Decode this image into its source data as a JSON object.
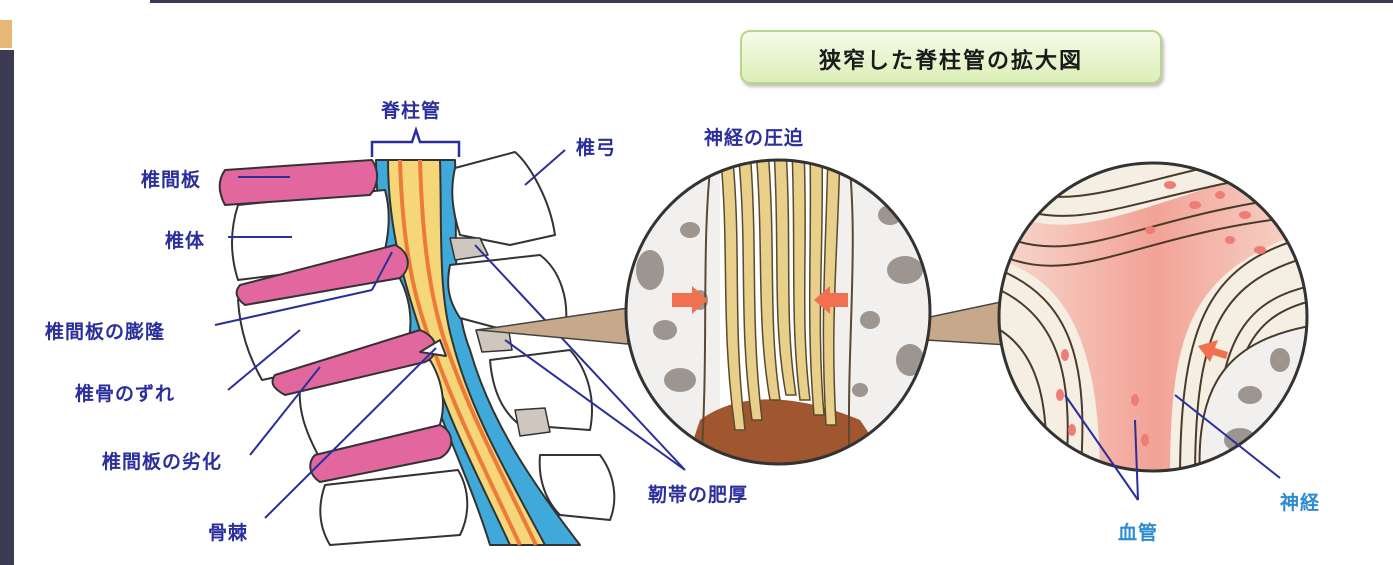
{
  "title": "狭窄した脊柱管の拡大図",
  "labels": {
    "spinal_canal": "脊柱管",
    "intervertebral_disc": "椎間板",
    "vertebral_body": "椎体",
    "disc_bulge": "椎間板の膨隆",
    "vertebral_slip": "椎骨のずれ",
    "disc_degeneration": "椎間板の劣化",
    "bone_spur": "骨棘",
    "vertebral_arch": "椎弓",
    "nerve_compression": "神経の圧迫",
    "ligament_thickening": "靭帯の肥厚",
    "blood_vessel": "血管",
    "nerve": "神経"
  },
  "colors": {
    "label_dark": "#2a2f9c",
    "label_light": "#2e8bd0",
    "disc_pink": "#e2679f",
    "canal_blue": "#3fa9d9",
    "nerve_yellow": "#f5d77a",
    "nerve_orange": "#ee7a3a",
    "bone_white": "#ffffff",
    "bone_grey": "#8c8580",
    "arrow_red": "#f07050",
    "frame_dark": "#3b3a52"
  }
}
